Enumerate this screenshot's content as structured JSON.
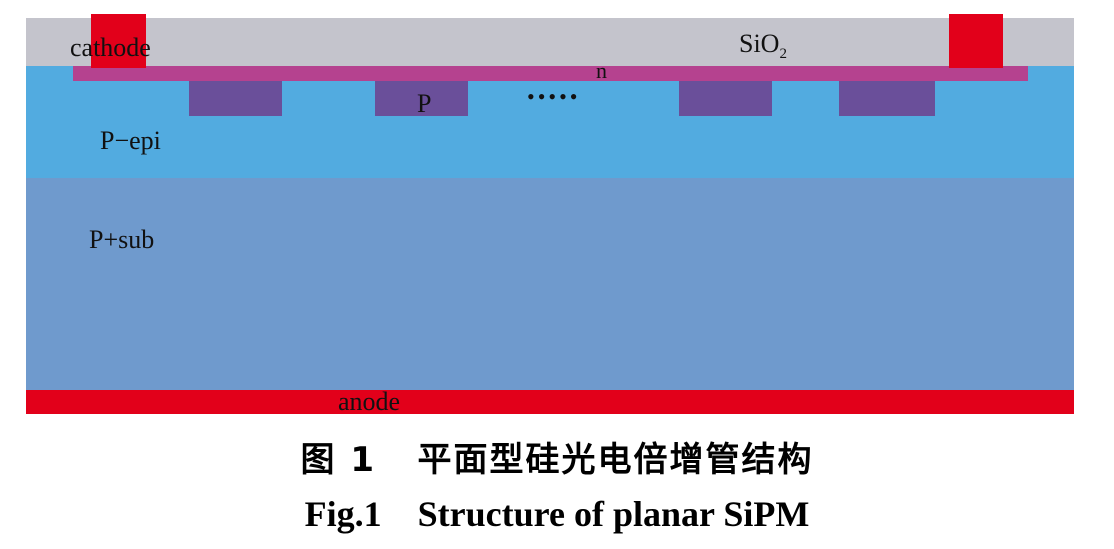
{
  "diagram": {
    "labels": {
      "cathode": "cathode",
      "sio2_base": "SiO",
      "sio2_sub": "2",
      "n": "n",
      "p": "P",
      "dots": "•••••",
      "p_epi": "P−epi",
      "p_sub": "P+sub",
      "anode": "anode"
    },
    "colors": {
      "oxide": "#c4c4cc",
      "contact": "#e2001a",
      "n_layer": "#b5428f",
      "p_region": "#6a4f9a",
      "p_epi": "#52abe0",
      "p_sub": "#6f9acd"
    }
  },
  "caption": {
    "number_cn": "图 1",
    "title_cn": "平面型硅光电倍增管结构",
    "number_en": "Fig.1",
    "title_en": "Structure of planar SiPM"
  }
}
